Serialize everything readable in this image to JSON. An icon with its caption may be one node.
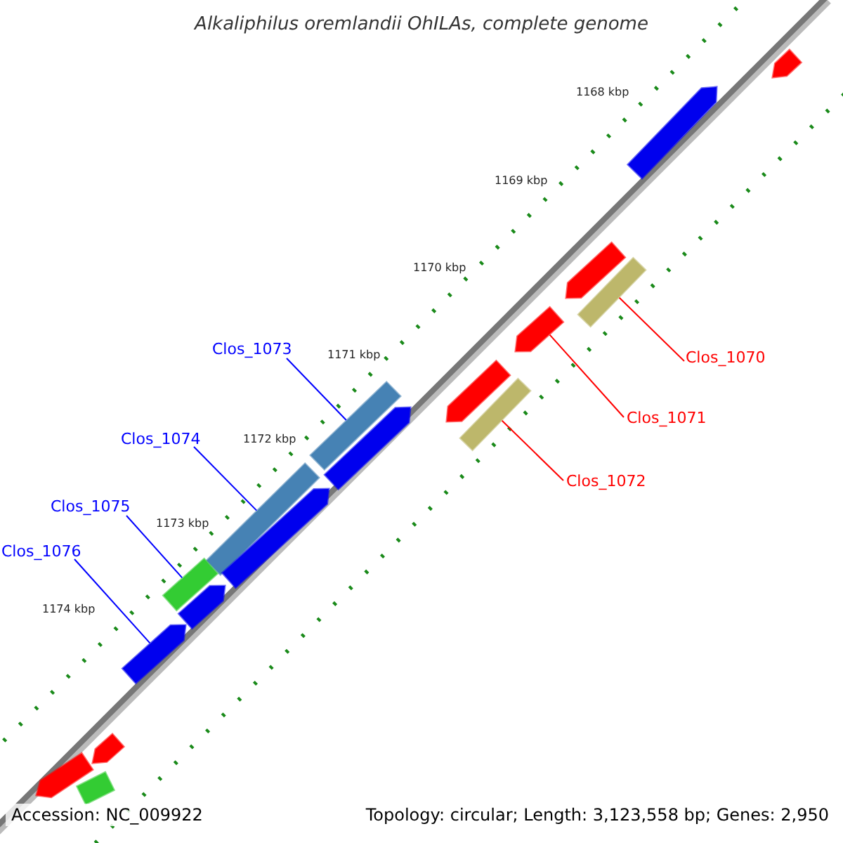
{
  "diagram": {
    "title": "Alkaliphilus oremlandii OhILAs, complete genome",
    "nodes": [
      {
        "text": [],
        "shape": "arrow"
      },
      {
        "text": [],
        "shape": "arrow"
      },
      {
        "text": [],
        "shape": "arrow"
      },
      {
        "text": [],
        "shape": "bar"
      },
      {
        "text": [
          "Clos_1070"
        ]
      },
      {
        "text": [],
        "shape": "arrow"
      },
      {
        "text": [
          "Clos_1071"
        ]
      },
      {
        "text": [
          "Clos_1073"
        ]
      },
      {
        "text": [],
        "shape": "bar"
      },
      {
        "text": [],
        "shape": "arrow"
      },
      {
        "text": [],
        "shape": "arrow"
      },
      {
        "text": [],
        "shape": "bar"
      },
      {
        "text": [
          "Clos_1074"
        ]
      },
      {
        "text": [],
        "shape": "bar"
      },
      {
        "text": [
          "Clos_1072"
        ]
      },
      {
        "text": [
          "Clos_1075"
        ]
      },
      {
        "text": [],
        "shape": "arrow"
      },
      {
        "text": [
          "Clos_1076"
        ]
      },
      {
        "text": [],
        "shape": "bar"
      },
      {
        "text": [],
        "shape": "arrow"
      },
      {
        "text": [],
        "shape": "arrow"
      },
      {
        "text": [],
        "shape": "arrow"
      },
      {
        "text": [],
        "shape": "arrow"
      },
      {
        "text": [],
        "shape": "bar"
      }
    ],
    "edges": [
      {
        "from": 4,
        "to": 3,
        "arrow": "none",
        "color": "#ff0000"
      },
      {
        "from": 6,
        "to": 5,
        "arrow": "none",
        "color": "#ff0000"
      },
      {
        "from": 7,
        "to": 8,
        "arrow": "none",
        "color": "#0000ff"
      },
      {
        "from": 12,
        "to": 13,
        "arrow": "none",
        "color": "#0000ff"
      },
      {
        "from": 14,
        "to": 11,
        "arrow": "none",
        "color": "#ff0000"
      },
      {
        "from": 15,
        "to": 18,
        "arrow": "none",
        "color": "#0000ff"
      },
      {
        "from": 17,
        "to": 20,
        "arrow": "none",
        "color": "#0000ff"
      }
    ],
    "labels": [
      "1168 kbp",
      "1169 kbp",
      "1170 kbp",
      "1171 kbp",
      "1172 kbp",
      "1173 kbp",
      "1174 kbp",
      "Accession: NC_009922",
      "Topology: circular; Length: 3,123,558 bp; Genes: 2,950"
    ]
  }
}
